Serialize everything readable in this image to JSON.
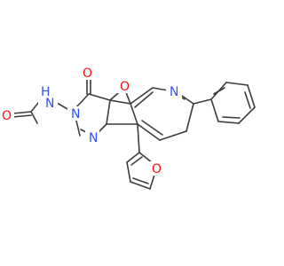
{
  "colors": {
    "bond": "#3c3c3c",
    "oxygen": "#ff0d0d",
    "nitrogen": "#3050f8",
    "background": "#ffffff"
  },
  "atoms": {
    "o_carbonyl": "O",
    "o_fused_furan": "O",
    "o_furyl": "O",
    "o_formyl": "O",
    "n_pyridine": "N",
    "n_pyrimidine_imine": "N",
    "n_pyrimidine_3": "N",
    "nh": "N",
    "h": "H"
  }
}
